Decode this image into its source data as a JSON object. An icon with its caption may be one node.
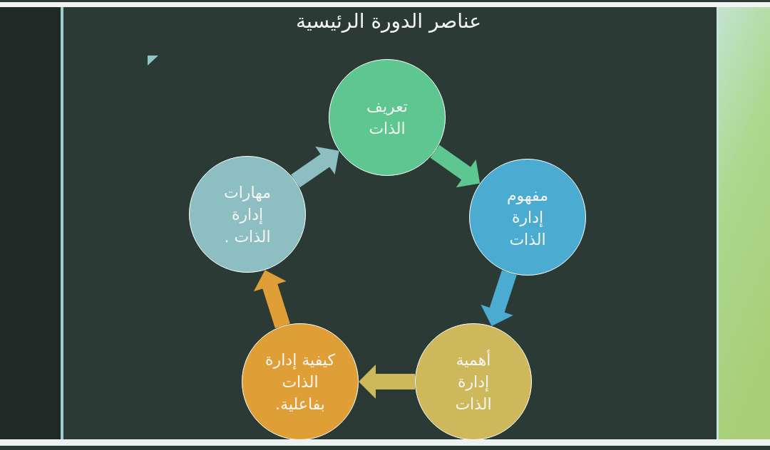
{
  "diagram": {
    "title": "عناصر الدورة الرئيسية",
    "nodes": [
      {
        "text": [
          "تعريف الذات"
        ]
      },
      {
        "text": [
          "مفهوم إدارة الذات"
        ]
      },
      {
        "text": [
          "أهمية إدارة الذات"
        ]
      },
      {
        "text": [
          "كيفية إدارة الذات بفاعلية."
        ]
      },
      {
        "text": [
          "مهارات إدارة الذات ."
        ]
      }
    ],
    "edges": [
      {
        "from": 0,
        "to": 1,
        "arrow": "to",
        "color": "#5dc691"
      },
      {
        "from": 1,
        "to": 2,
        "arrow": "to",
        "color": "#4babd1"
      },
      {
        "from": 2,
        "to": 3,
        "arrow": "to",
        "color": "#cdb85c"
      },
      {
        "from": 3,
        "to": 4,
        "arrow": "to",
        "color": "#e09e36"
      },
      {
        "from": 4,
        "to": 0,
        "arrow": "to",
        "color": "#8dbec2"
      }
    ]
  }
}
